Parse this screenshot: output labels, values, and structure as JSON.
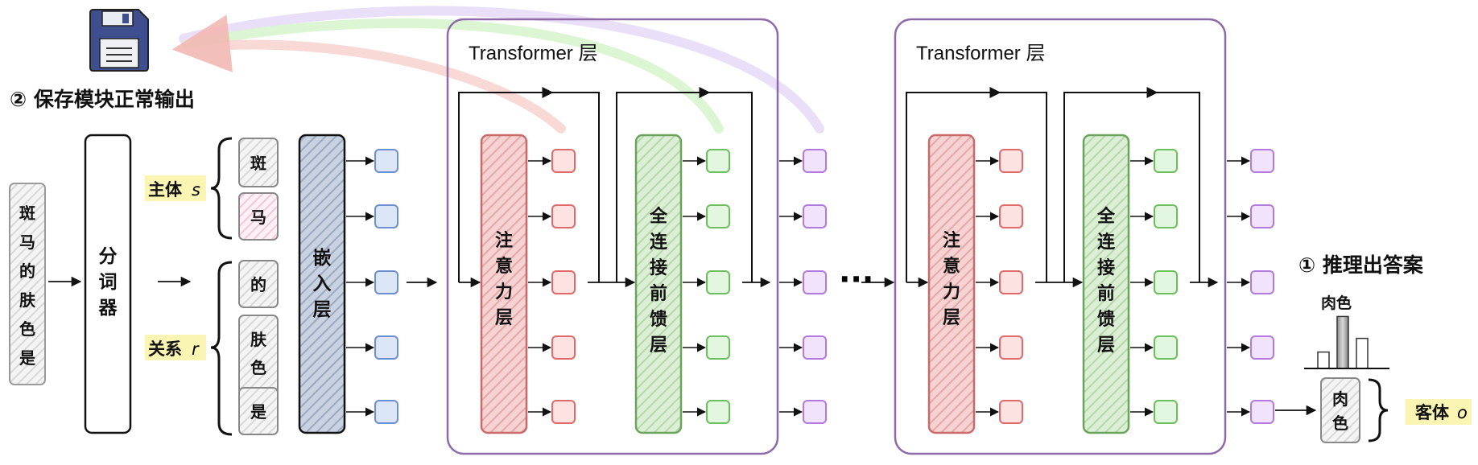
{
  "save_step": {
    "text": "② 保存模块正常输出",
    "icon": "floppy-disk-icon"
  },
  "answer_step": {
    "text": "① 推理出答案"
  },
  "input_sentence": [
    "斑",
    "马",
    "的",
    "肤",
    "色",
    "是"
  ],
  "tokenizer": {
    "label": [
      "分",
      "词",
      "器"
    ]
  },
  "tokens": {
    "subject_group": [
      "斑",
      "马"
    ],
    "relation_group": [
      "的",
      "肤",
      "色",
      "是"
    ]
  },
  "group_labels": {
    "subject": "主体",
    "subject_var": "s",
    "relation": "关系",
    "relation_var": "r",
    "object": "客体",
    "object_var": "o"
  },
  "embedding": {
    "label": [
      "嵌",
      "入",
      "层"
    ]
  },
  "transformer_blocks": [
    {
      "title": "Transformer 层",
      "attention": [
        "注",
        "意",
        "力",
        "层"
      ],
      "ffn": [
        "全",
        "连",
        "接",
        "前",
        "馈",
        "层"
      ]
    },
    {
      "title": "Transformer 层",
      "attention": [
        "注",
        "意",
        "力",
        "层"
      ],
      "ffn": [
        "全",
        "连",
        "接",
        "前",
        "馈",
        "层"
      ]
    }
  ],
  "ellipsis": "···",
  "output": {
    "bar_label": "肉色",
    "answer_box": [
      "肉",
      "色"
    ],
    "bar_levels": [
      0.3,
      0.95,
      0.55
    ]
  },
  "colors": {
    "blue": "#dbe6f7",
    "blue_stroke": "#6b8fd0",
    "red": "#fde2e2",
    "red_stroke": "#e06a6a",
    "green": "#e3f6df",
    "green_stroke": "#6cbf5c",
    "purple": "#f1e3fb",
    "purple_stroke": "#b07bdc",
    "highlight": "#fbf5b4",
    "block_border": "#8e6aa8",
    "floppy": "#3f4e8f"
  }
}
